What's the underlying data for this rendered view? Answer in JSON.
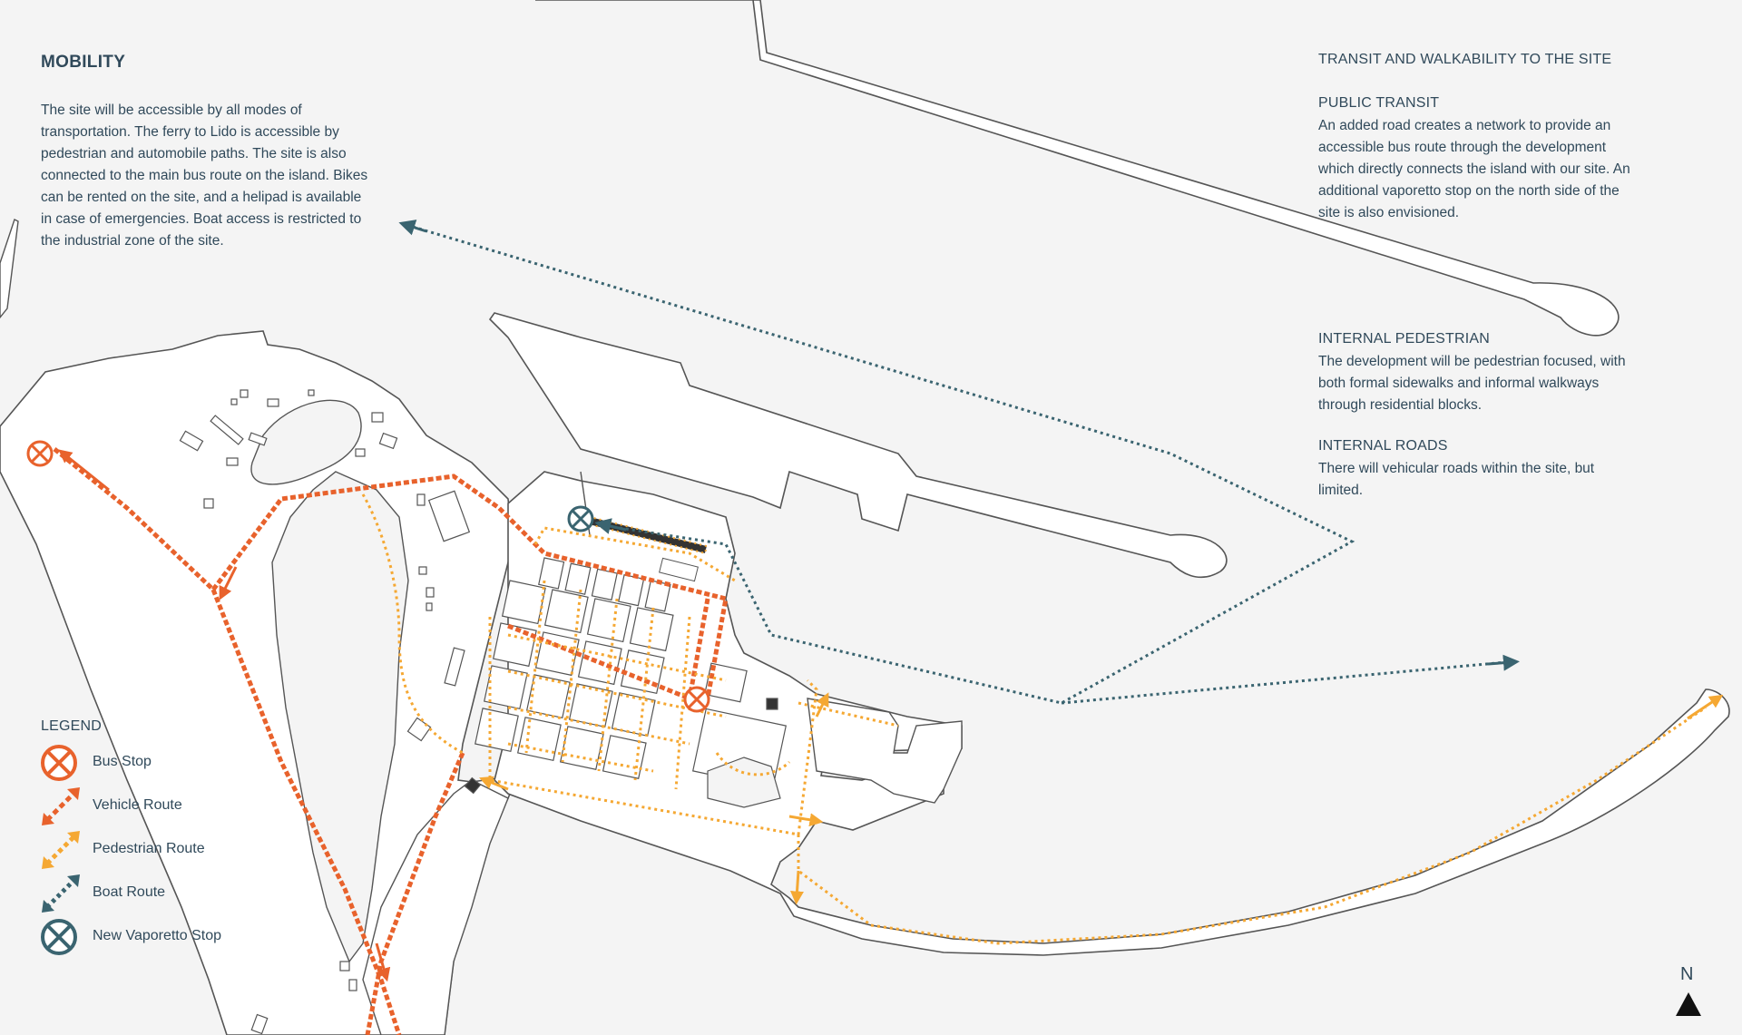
{
  "mobility": {
    "title": "MOBILITY",
    "lines": [
      "The site will be accessible by all modes of",
      "transportation. The ferry to Lido is accessible by",
      "pedestrian and automobile paths. The site is also",
      "connected to the main bus route on the island. Bikes",
      "can be rented on the site, and a helipad is available",
      "in case of emergencies. Boat access is restricted to",
      "the industrial zone of the site."
    ]
  },
  "transit": {
    "title": "TRANSIT AND WALKABILITY TO THE SITE",
    "public": {
      "heading": "PUBLIC TRANSIT",
      "lines": [
        "An added road creates a  network to provide an",
        "accessible bus route through the development",
        "which directly connects the island with our site. An",
        "additional vaporetto stop on the north side of the",
        "site is also envisioned."
      ]
    },
    "pedestrian": {
      "heading": "INTERNAL PEDESTRIAN",
      "lines": [
        "The development will be pedestrian focused, with",
        "both formal sidewalks and informal walkways",
        "through residential blocks."
      ]
    },
    "roads": {
      "heading": "INTERNAL ROADS",
      "lines": [
        "There will vehicular roads within the site, but",
        "limited."
      ]
    }
  },
  "legend": {
    "title": "LEGEND",
    "items": [
      {
        "label": "Bus Stop",
        "icon": "bus-stop-icon"
      },
      {
        "label": "Vehicle Route",
        "icon": "vehicle-route-icon"
      },
      {
        "label": "Pedestrian Route",
        "icon": "pedestrian-route-icon"
      },
      {
        "label": "Boat Route",
        "icon": "boat-route-icon"
      },
      {
        "label": "New Vaporetto Stop",
        "icon": "vaporetto-stop-icon"
      }
    ]
  },
  "north": {
    "label": "N",
    "icon": "north-arrow-icon"
  },
  "colors": {
    "background": "#f4f4f4",
    "land": "#ffffff",
    "outline": "#555555",
    "vehicle": "#e8622c",
    "pedestrian": "#f5a833",
    "boat": "#3a6470",
    "text": "#30495a"
  }
}
